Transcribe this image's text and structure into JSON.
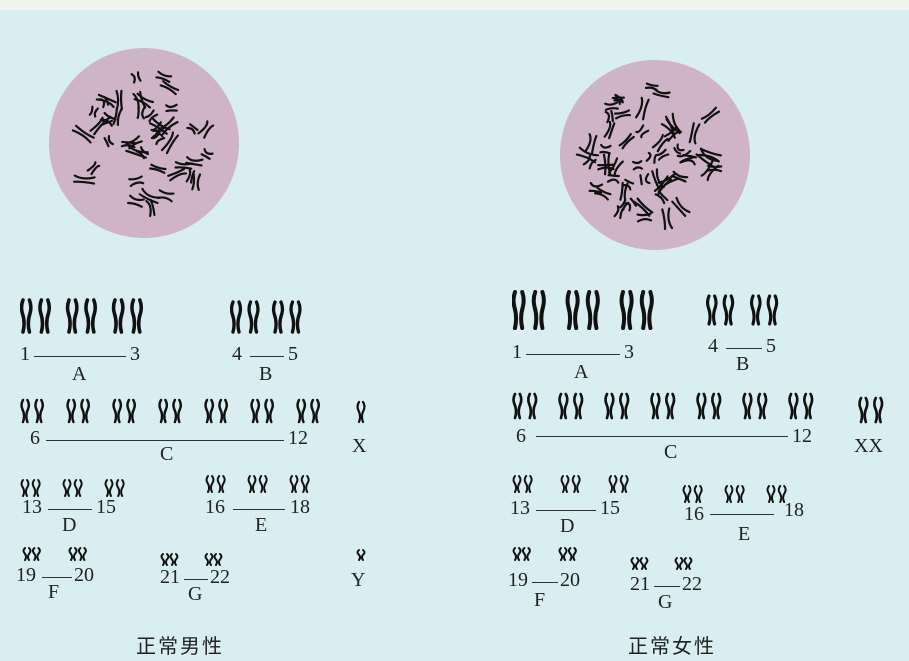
{
  "male": {
    "caption": "正常男性",
    "groups": {
      "A": {
        "letter": "A",
        "start": "1",
        "end": "3"
      },
      "B": {
        "letter": "B",
        "start": "4",
        "end": "5"
      },
      "C": {
        "letter": "C",
        "start": "6",
        "end": "12"
      },
      "D": {
        "letter": "D",
        "start": "13",
        "end": "15"
      },
      "E": {
        "letter": "E",
        "start": "16",
        "end": "18"
      },
      "F": {
        "letter": "F",
        "start": "19",
        "end": "20"
      },
      "G": {
        "letter": "G",
        "start": "21",
        "end": "22"
      }
    },
    "sex_top": "X",
    "sex_bottom": "Y"
  },
  "female": {
    "caption": "正常女性",
    "groups": {
      "A": {
        "letter": "A",
        "start": "1",
        "end": "3"
      },
      "B": {
        "letter": "B",
        "start": "4",
        "end": "5"
      },
      "C": {
        "letter": "C",
        "start": "6",
        "end": "12"
      },
      "D": {
        "letter": "D",
        "start": "13",
        "end": "15"
      },
      "E": {
        "letter": "E",
        "start": "16",
        "end": "18"
      },
      "F": {
        "letter": "F",
        "start": "19",
        "end": "20"
      },
      "G": {
        "letter": "G",
        "start": "21",
        "end": "22"
      }
    },
    "sex_top": "XX"
  },
  "colors": {
    "background": "#d9eef1",
    "cell": "#cfb3c6",
    "chromosome": "#111111"
  }
}
